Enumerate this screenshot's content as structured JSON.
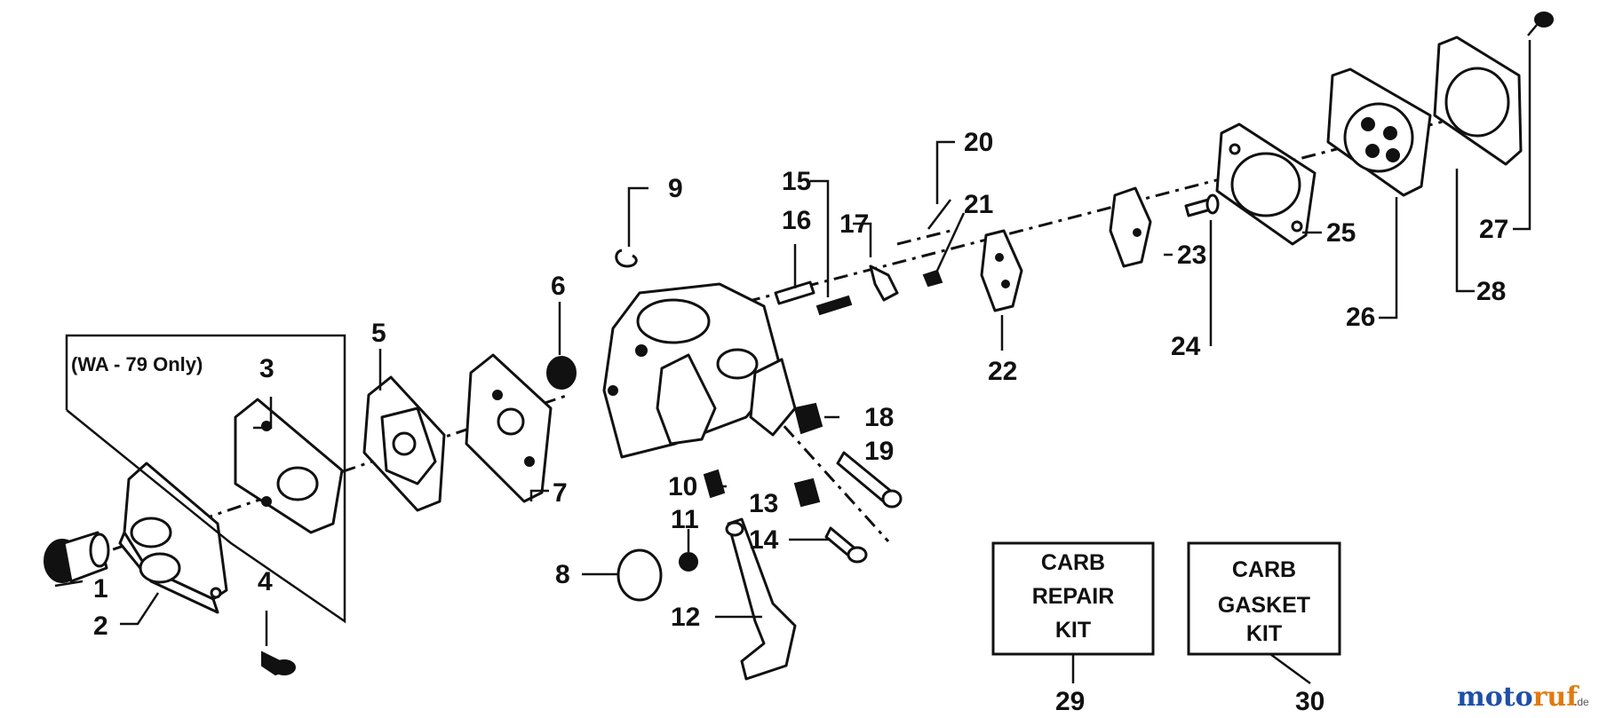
{
  "diagram": {
    "note": "(WA - 79 Only)",
    "callouts": [
      {
        "label": "1"
      },
      {
        "label": "2"
      },
      {
        "label": "3"
      },
      {
        "label": "4"
      },
      {
        "label": "5"
      },
      {
        "label": "6"
      },
      {
        "label": "7"
      },
      {
        "label": "8"
      },
      {
        "label": "9"
      },
      {
        "label": "10"
      },
      {
        "label": "11"
      },
      {
        "label": "12"
      },
      {
        "label": "13"
      },
      {
        "label": "14"
      },
      {
        "label": "15"
      },
      {
        "label": "16"
      },
      {
        "label": "17"
      },
      {
        "label": "18"
      },
      {
        "label": "19"
      },
      {
        "label": "20"
      },
      {
        "label": "21"
      },
      {
        "label": "22"
      },
      {
        "label": "23"
      },
      {
        "label": "24"
      },
      {
        "label": "25"
      },
      {
        "label": "26"
      },
      {
        "label": "27"
      },
      {
        "label": "28"
      },
      {
        "label": "29"
      },
      {
        "label": "30"
      }
    ],
    "kits": [
      {
        "lines": [
          "CARB",
          "REPAIR",
          "KIT"
        ]
      },
      {
        "lines": [
          "CARB",
          "GASKET",
          "KIT"
        ]
      }
    ]
  },
  "watermark": {
    "part1": "moto",
    "part2": "ruf",
    "suffix": ".de",
    "colors": {
      "part1": "#1f4fa8",
      "part2": "#e07a10"
    }
  }
}
